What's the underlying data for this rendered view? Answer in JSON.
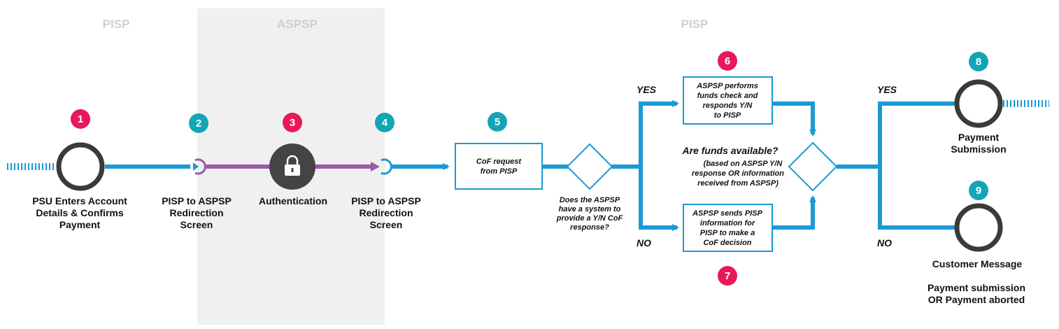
{
  "colors": {
    "flow_blue": "#1a9ad6",
    "auth_purple": "#9b59a8",
    "pink_badge": "#e8185a",
    "teal_badge": "#12a5b5",
    "zone_shade": "#f0f0f0",
    "circle_ring": "#3a3a3a",
    "auth_fill": "#444444"
  },
  "zones": {
    "pisp_left": "PISP",
    "aspsp": "ASPSP",
    "pisp_right": "PISP"
  },
  "steps": {
    "s1": {
      "number": "1",
      "label": [
        "PSU Enters Account",
        "Details & Confirms",
        "Payment"
      ]
    },
    "s2": {
      "number": "2",
      "label": [
        "PISP to ASPSP",
        "Redirection",
        "Screen"
      ]
    },
    "s3": {
      "number": "3",
      "label": [
        "Authentication"
      ],
      "icon": "lock-icon"
    },
    "s4": {
      "number": "4",
      "label": [
        "PISP to ASPSP",
        "Redirection",
        "Screen"
      ]
    },
    "s5": {
      "number": "5",
      "box": [
        "CoF request",
        "from PISP"
      ]
    },
    "s6": {
      "number": "6",
      "box": [
        "ASPSP performs",
        "funds check and",
        "responds Y/N",
        "to PISP"
      ]
    },
    "s7": {
      "number": "7",
      "box": [
        "ASPSP sends PISP",
        "information for",
        "PISP to make a",
        "CoF decision"
      ]
    },
    "s8": {
      "number": "8",
      "label": [
        "Payment",
        "Submission"
      ]
    },
    "s9": {
      "number": "9",
      "label": [
        "Customer Message"
      ],
      "sublabel": [
        "Payment submission",
        "OR Payment aborted"
      ]
    }
  },
  "decisions": {
    "first": {
      "question": [
        "Does the ASPSP",
        "have a system to",
        "provide a Y/N CoF",
        "response?"
      ],
      "yes": "YES",
      "no": "NO"
    },
    "second": {
      "question": "Are funds available?",
      "detail": [
        "(based on ASPSP Y/N",
        "response OR information",
        "received from ASPSP)"
      ],
      "yes": "YES",
      "no": "NO"
    }
  }
}
